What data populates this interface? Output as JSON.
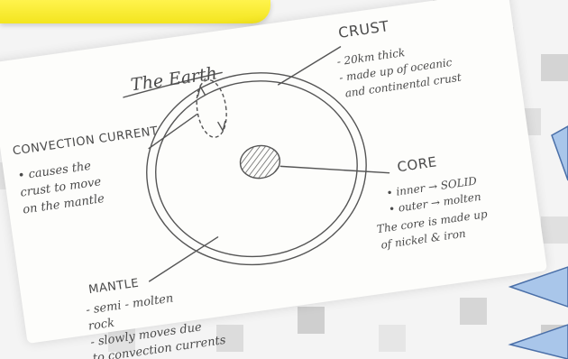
{
  "diagram": {
    "title": "The Earth",
    "crust": {
      "heading": "CRUST",
      "lines": [
        "- 20km thick",
        "- made up of oceanic",
        "and continental crust"
      ]
    },
    "convection": {
      "heading": "CONVECTION CURRENT",
      "lines": [
        "• causes the",
        "crust to move",
        "on the mantle"
      ]
    },
    "core": {
      "heading": "CORE",
      "lines": [
        "• inner → SOLID",
        "• outer → molten",
        "The core is made up",
        "of nickel & iron"
      ]
    },
    "mantle": {
      "heading": "MANTLE",
      "lines": [
        "- semi - molten",
        "rock",
        "- slowly moves due",
        "to convection currents"
      ]
    }
  },
  "colors": {
    "highlight": "#f3e51e",
    "ink": "#4a4a4a",
    "triangle_fill": "#a9c6ea",
    "triangle_stroke": "#4a6fa8"
  }
}
